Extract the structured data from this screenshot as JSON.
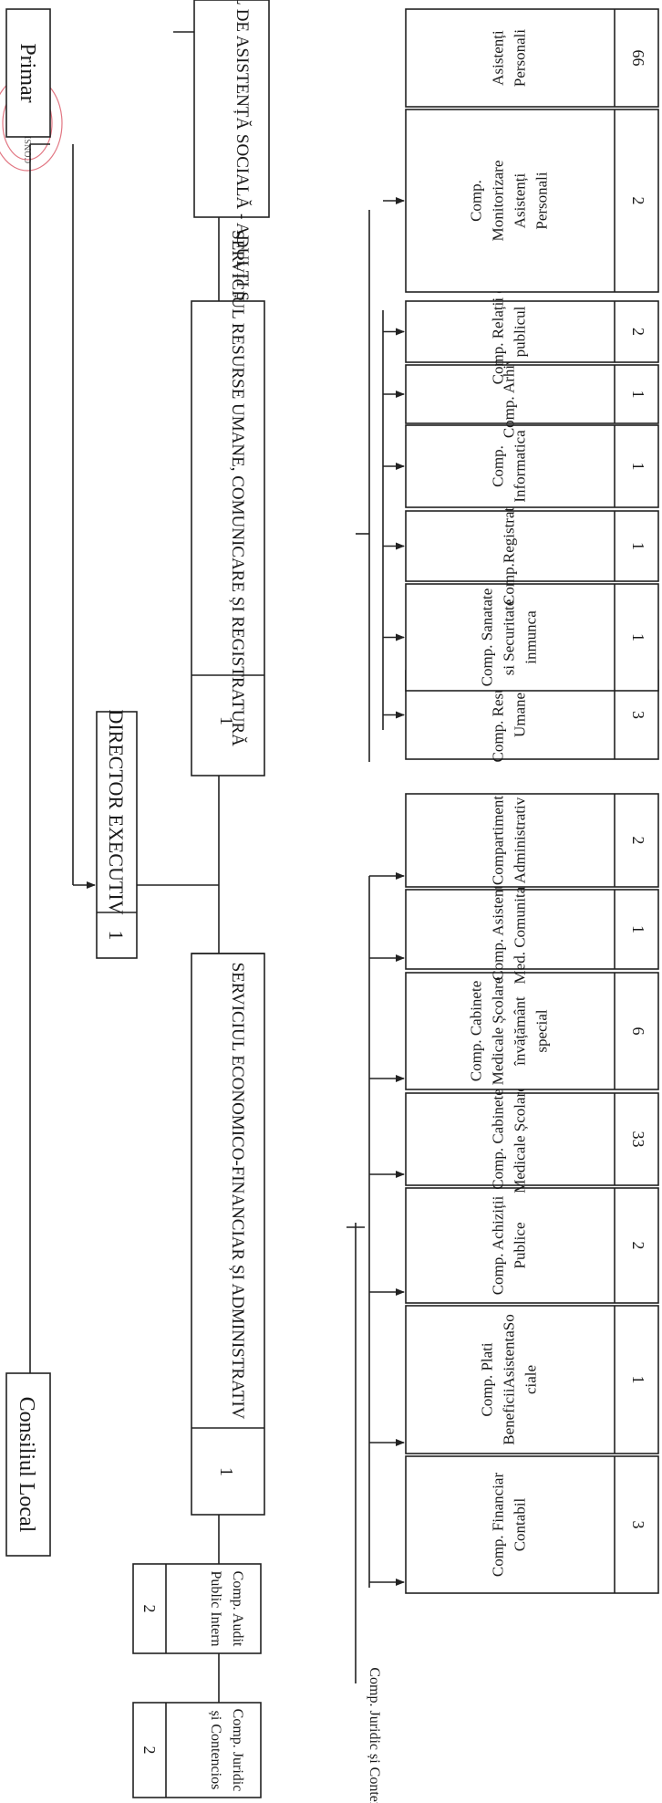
{
  "top": {
    "local_council": "Consiliul Local",
    "mayor": "Primar",
    "director": {
      "title": "DIRECTOR EXECUTIV",
      "count": "1"
    }
  },
  "units": [
    {
      "label": "Comp. Juridic și Contencios",
      "count": "2"
    },
    {
      "label": "Comp. Audit Public Intern",
      "count": "2"
    }
  ],
  "services": [
    {
      "name": "SERVICIUL ECONOMICO-FINANCIAR ȘI ADMINISTRATIV",
      "count": "1",
      "compartments": [
        {
          "label": "Comp. Financiar Contabil",
          "count": "3"
        },
        {
          "label": "Comp. Plati BeneficiiAsistentaSo ciale",
          "count": "1"
        },
        {
          "label": "Comp. Achiziții Publice",
          "count": "2"
        },
        {
          "label": "Comp. Cabinete Medicale Școlare",
          "count": "33"
        },
        {
          "label": "Comp. Cabinete Medicale Școlare învățământ special",
          "count": "6"
        },
        {
          "label": "Comp. Asistenta Med. Comunitara",
          "count": "1"
        },
        {
          "label": "Compartiment Administrativ",
          "count": "2"
        }
      ]
    },
    {
      "name": "SERVICIUL RESURSE UMANE, COMUNICARE ȘI REGISTRATURĂ",
      "count": "1",
      "compartments": [
        {
          "label": "Comp. Resurse Umane",
          "count": "3"
        },
        {
          "label": "Comp. Sanatate si Securitate inmunca",
          "count": "1"
        },
        {
          "label": "Comp.Registratură",
          "count": "1"
        },
        {
          "label": "Comp. Informatica",
          "count": "1"
        },
        {
          "label": "Comp. Arhiva",
          "count": "1"
        },
        {
          "label": "Comp. Relații cu publicul",
          "count": "2"
        }
      ]
    },
    {
      "name": "SERVICIUL DE ASISTENȚĂ SOCIALĂ - ADULȚI Ș",
      "compartments": [
        {
          "label": "Comp. Monitorizare Asistenți Personali",
          "count": "2"
        },
        {
          "label": "Asistenți Personali",
          "count": "66"
        }
      ]
    }
  ],
  "stamp": {
    "text": "CONSILIUL LOCAL"
  }
}
